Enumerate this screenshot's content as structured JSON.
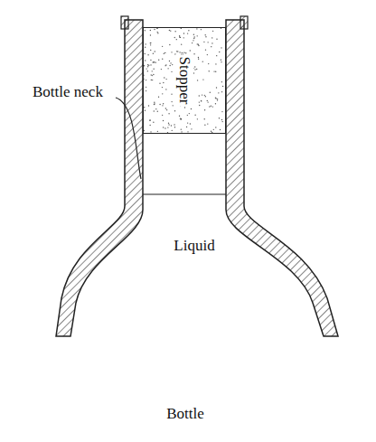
{
  "diagram": {
    "nodes": [
      {
        "text": [
          "Stopper"
        ]
      }
    ],
    "labels": [
      "Bottle neck",
      "Liquid",
      "Bottle"
    ]
  }
}
